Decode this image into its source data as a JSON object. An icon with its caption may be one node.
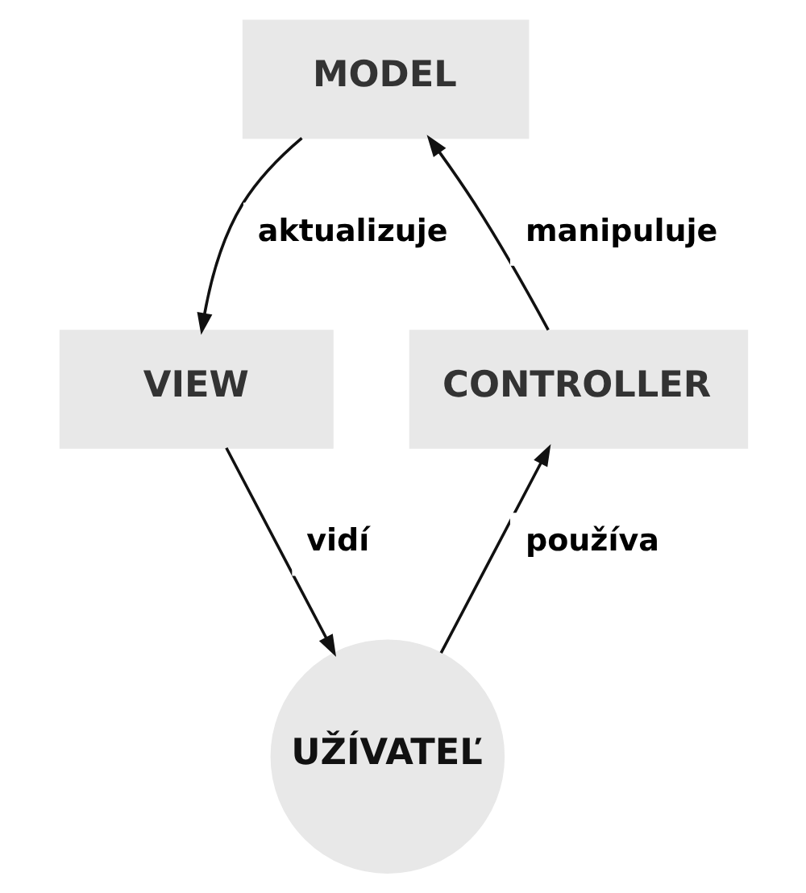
{
  "diagram": {
    "nodes": [
      {
        "text": [
          "MODEL"
        ]
      },
      {
        "text": [
          "VIEW"
        ]
      },
      {
        "text": [
          "CONTROLLER"
        ]
      },
      {
        "text": [
          "UŽÍVATEĽ"
        ]
      }
    ],
    "edges": [
      {
        "from": 0,
        "to": 1,
        "arrow": "to",
        "label": "aktualizuje"
      },
      {
        "from": 1,
        "to": 3,
        "arrow": "to",
        "label": "vidí"
      },
      {
        "from": 3,
        "to": 2,
        "arrow": "to",
        "label": "používa"
      },
      {
        "from": 2,
        "to": 0,
        "arrow": "to",
        "label": "manipuluje"
      }
    ]
  }
}
